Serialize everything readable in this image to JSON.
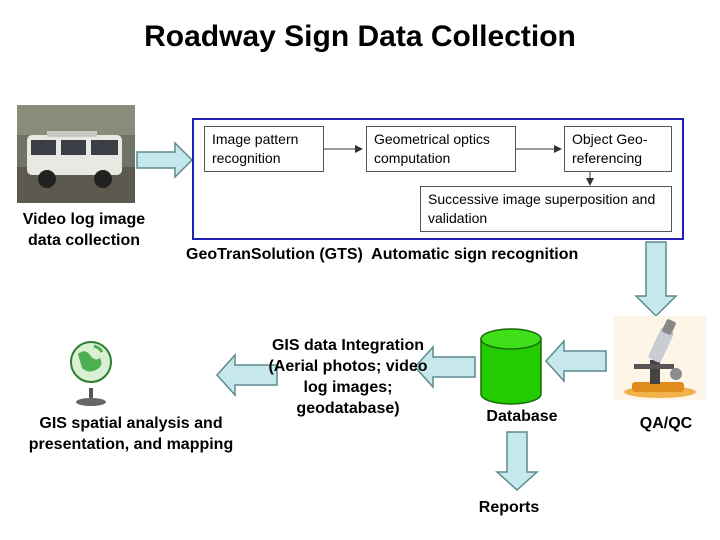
{
  "title": "Roadway Sign Data Collection",
  "video_log": {
    "label": "Video log image data collection"
  },
  "gts": {
    "caption": "GeoTranSolution (GTS)  Automatic sign recognition",
    "steps": {
      "image_pattern": "Image pattern recognition",
      "geometrical_optics": "Geometrical optics computation",
      "geo_referencing": "Object Geo-referencing",
      "superposition": "Successive image superposition and validation"
    }
  },
  "qa_qc": {
    "label": "QA/QC"
  },
  "database": {
    "label": "Database"
  },
  "reports": {
    "label": "Reports"
  },
  "gis_integration": {
    "label": "GIS data Integration (Aerial photos; video log images; geodatabase)"
  },
  "gis_analysis": {
    "label": "GIS spatial analysis and presentation, and mapping"
  },
  "colors": {
    "arrow_fill": "#c6e8ec",
    "arrow_stroke": "#5b8a90",
    "frame_border": "#1f1fb8",
    "database_fill": "#22cc00"
  }
}
